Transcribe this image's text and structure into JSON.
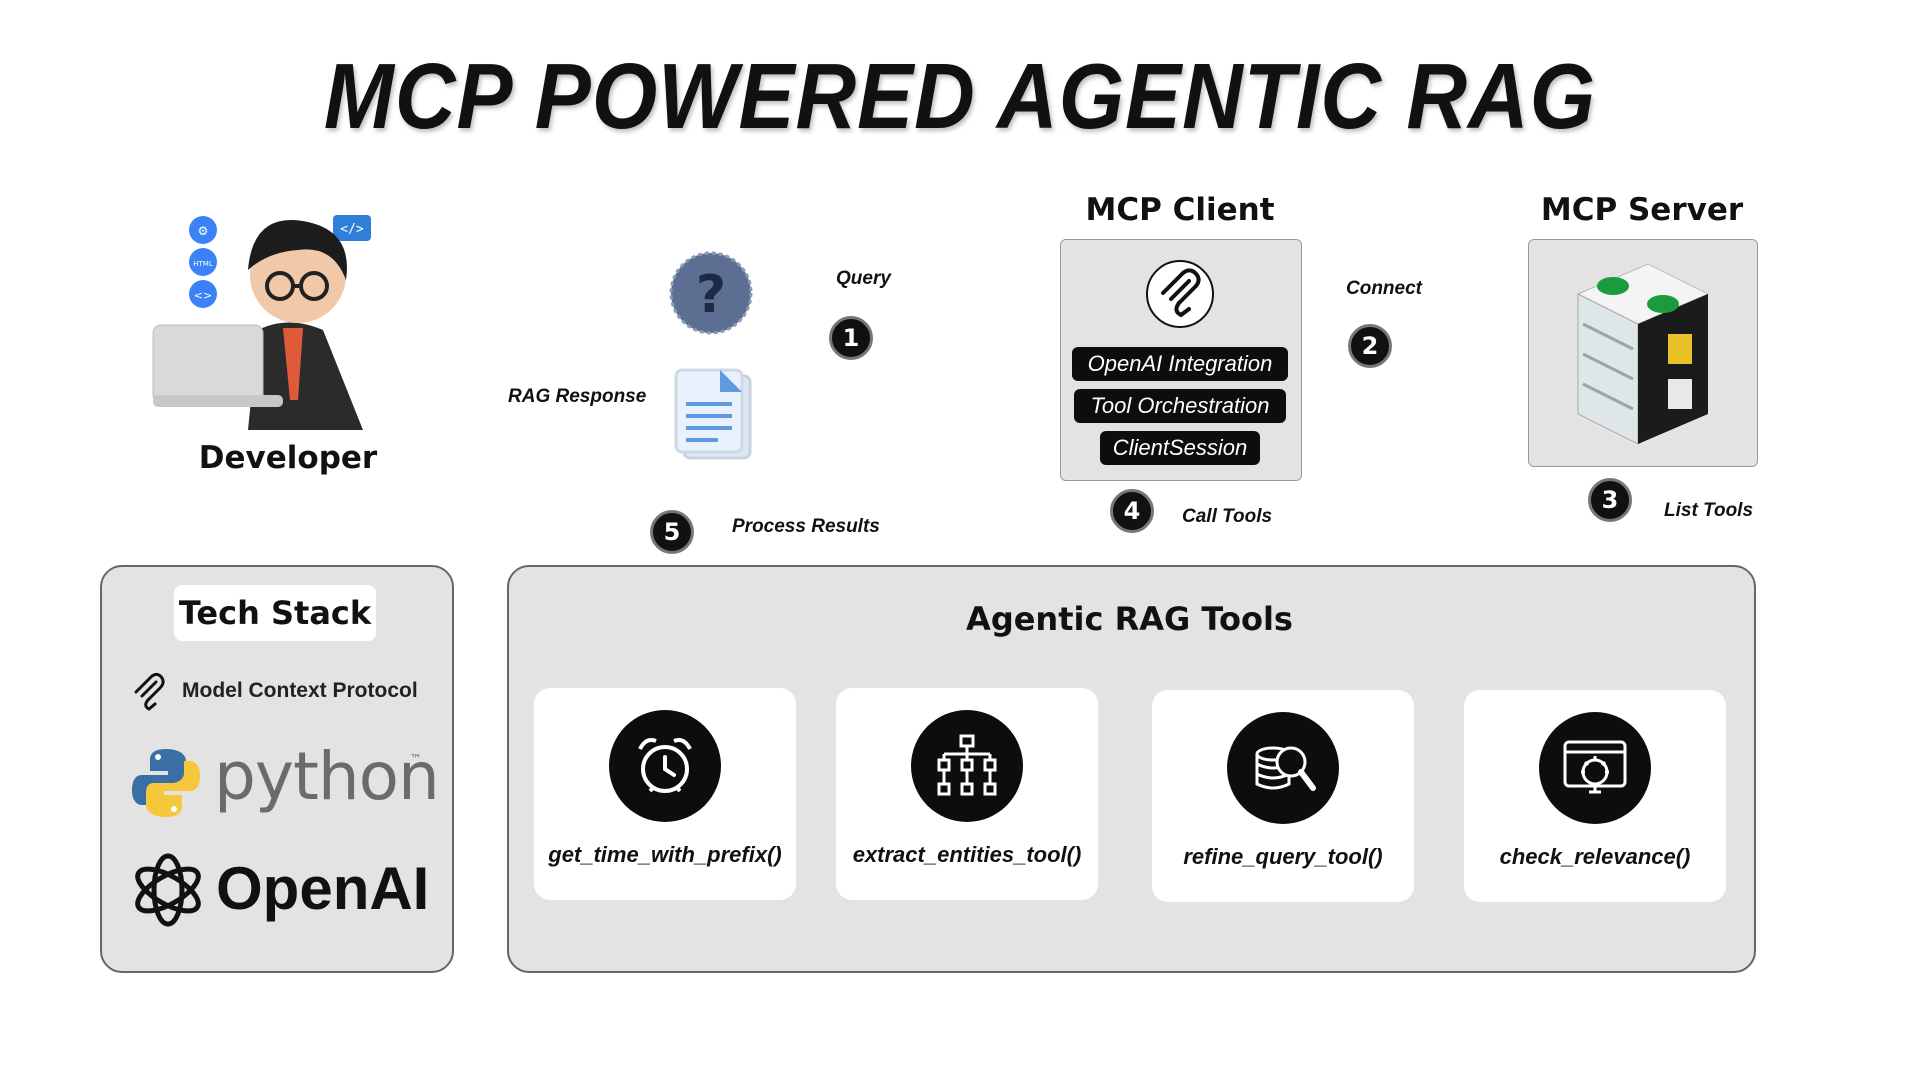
{
  "title": "MCP POWERED AGENTIC RAG",
  "developer": {
    "label": "Developer"
  },
  "flow": {
    "query": "Query",
    "rag_response": "RAG Response",
    "process_results": "Process Results",
    "connect": "Connect",
    "call_tools": "Call Tools",
    "list_tools": "List Tools",
    "steps": [
      "1",
      "2",
      "3",
      "4",
      "5"
    ]
  },
  "mcp_client": {
    "title": "MCP Client",
    "features": [
      "OpenAI Integration",
      "Tool Orchestration",
      "ClientSession"
    ]
  },
  "mcp_server": {
    "title": "MCP Server"
  },
  "tech_stack": {
    "title": "Tech Stack",
    "items": [
      "Model Context Protocol",
      "python",
      "OpenAI"
    ],
    "python_tm": "™"
  },
  "agentic_tools": {
    "title": "Agentic RAG Tools",
    "tools": [
      {
        "label": "get_time_with_prefix()",
        "icon": "alarm-clock-icon"
      },
      {
        "label": "extract_entities_tool()",
        "icon": "hierarchy-icon"
      },
      {
        "label": "refine_query_tool()",
        "icon": "database-search-icon"
      },
      {
        "label": "check_relevance()",
        "icon": "settings-bulb-icon"
      }
    ]
  },
  "colors": {
    "panel": "#e3e3e3",
    "badge": "#111111",
    "python_blue": "#3a6fa6",
    "python_yellow": "#f5c83c"
  }
}
